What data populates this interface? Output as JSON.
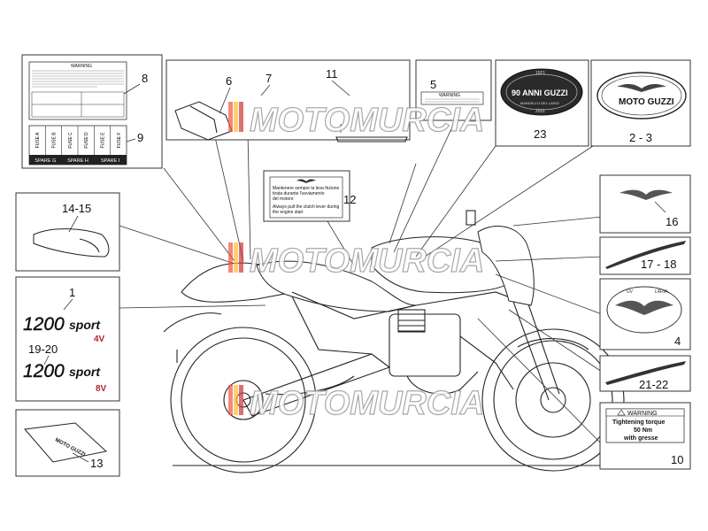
{
  "callouts": {
    "c1": "1",
    "c2_3": "2 - 3",
    "c4": "4",
    "c5": "5",
    "c6": "6",
    "c7": "7",
    "c8": "8",
    "c9": "9",
    "c10": "10",
    "c11": "11",
    "c12": "12",
    "c13": "13",
    "c14_15": "14-15",
    "c16": "16",
    "c17_18": "17 - 18",
    "c19_20": "19-20",
    "c21_22": "21-22",
    "c23": "23"
  },
  "decal_1200": {
    "model": "1200",
    "suffix": "sport",
    "variant_a": "4V",
    "variant_b": "8V"
  },
  "warning_label": {
    "header": "WARNING",
    "line1": "Tightening torque",
    "line2": "50 Nm",
    "line3": "with gresse"
  },
  "clutch_label": {
    "it1": "Mantenere sempre la leva frizione",
    "it2": "tirata durante l'avviamento",
    "it3": "del motore",
    "en1": "Always pull the clutch lever during",
    "en2": "the engine start"
  },
  "fuse_label": {
    "fuses_top": [
      "FUSE A",
      "FUSE B",
      "FUSE C",
      "FUSE D",
      "FUSE E",
      "FUSE F"
    ],
    "spares": [
      "SPARE G",
      "SPARE H",
      "SPARE I"
    ]
  },
  "info_label": {
    "header": "WARNING"
  },
  "small_warning_5": "WARNING",
  "anniversary_badge": {
    "year_start": "1921",
    "title": "90 ANNI GUZZI",
    "subtitle": "MANDELLO DEL LARIO",
    "year_end": "2011"
  },
  "logo_badge": {
    "brand": "MOTO GUZZI"
  },
  "eagle_badge_4": {
    "left": "UV",
    "right": "LARIA"
  },
  "tank_pad": {
    "brand": "MOTO GUZZI"
  },
  "watermark": "MOTOMURCIA",
  "colors": {
    "accent_red": "#b0282c",
    "line": "#333333",
    "badge_dark": "#2a2a2a",
    "watermark_grey": "#9a9a9a"
  }
}
